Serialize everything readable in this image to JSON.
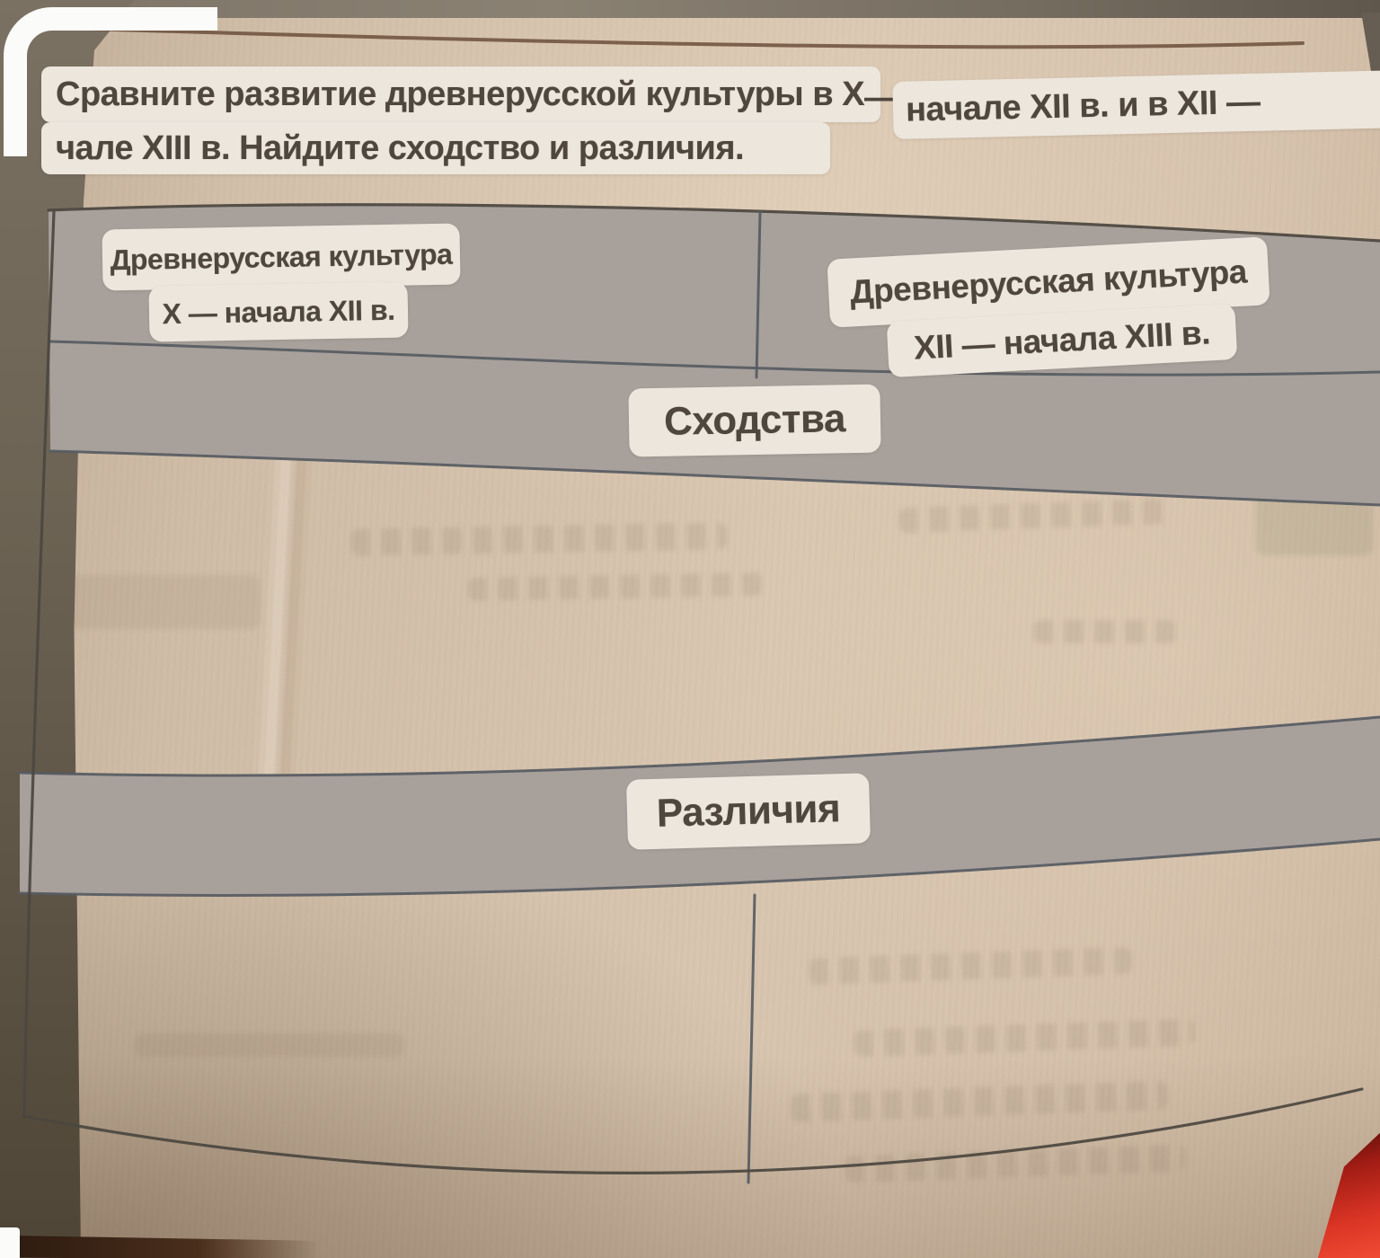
{
  "task": {
    "line1_segment1": "Сравните развитие древнерусской культуры в X",
    "line1_dash": "—",
    "line1_segment2": "начале XII в. и в XII —",
    "line2": "чале XIII в. Найдите сходство и различия."
  },
  "table": {
    "column1_header": {
      "line1": "Древнерусская культура",
      "line2": "X — начала XII в."
    },
    "column2_header": {
      "line1": "Древнерусская культура",
      "line2": "XII — начала XIII в."
    },
    "similarities_label": "Сходства",
    "differences_label": "Различия"
  },
  "colors": {
    "page_paper": "#d0bda7",
    "table_band_gray": "#a8a09b",
    "highlight_box": "#ece6dd",
    "printed_text": "#4f473e",
    "grid_line": "#545a61",
    "outer_border": "#4b473f",
    "page_rule": "#6b4f3b",
    "backdrop": "#6e6458",
    "backdrop_dark": "#4e4537",
    "viewfinder_white": "#fbfbf9",
    "red_object": "#d93425",
    "red_object_dark": "#5e0f0c",
    "shadow_dark": "#2e1b10"
  }
}
